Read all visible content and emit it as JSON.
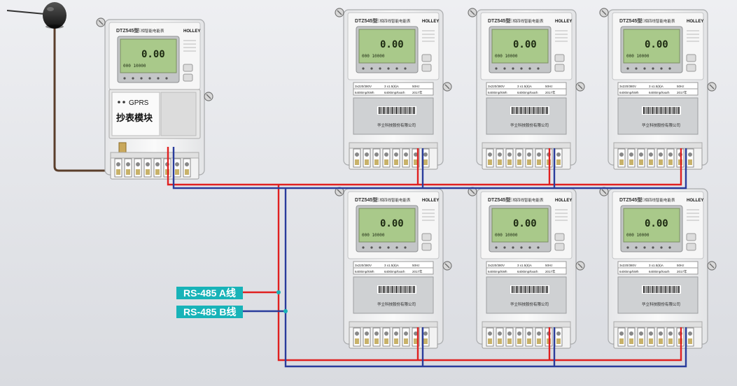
{
  "concentrator": {
    "model": "DTZ545型",
    "type": "三相智能电能表",
    "brand": "HOLLEY",
    "lcd_reading": "0.00",
    "lcd_sub": "000 10000",
    "module_line1": "GPRS",
    "module_line2": "抄表模块"
  },
  "meter": {
    "model": "DTZ545型",
    "type": "三相四线智能电能表",
    "brand": "HOLLEY",
    "lcd_reading": "0.00",
    "lcd_sub": "000 10000",
    "rating_1": "3x220/380V",
    "rating_2": "3 x1.5(6)A",
    "rating_3": "50Hz",
    "rating_4": "6400imp/kWh",
    "rating_5": "6400imp/kvarh",
    "rating_6": "2017年",
    "manufacturer": "华立科技股份有限公司"
  },
  "bus_labels": {
    "a": "RS-485 A线",
    "b": "RS-485 B线"
  },
  "colors": {
    "wire_a": "#e02020",
    "wire_b": "#2a3c9c",
    "label_bg": "#17b3b8",
    "lcd": "#a9c98a",
    "antenna_cable": "#5a3e2b"
  }
}
